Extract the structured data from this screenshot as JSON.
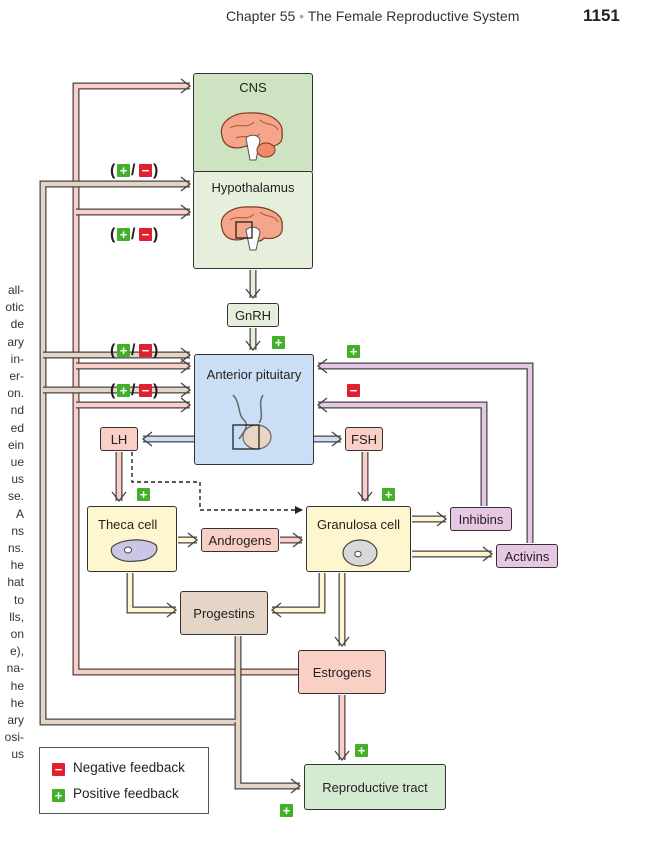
{
  "header": {
    "chapter": "Chapter 55",
    "separator": "•",
    "title": "The Female Reproductive System",
    "page_number": "1151"
  },
  "margin_text": [
    "all-",
    "otic",
    "de",
    "ary",
    "in-",
    "er-",
    "on.",
    "nd",
    "ed",
    "ein",
    "ue",
    "us",
    "se.",
    "A",
    "ns",
    "ns.",
    "he",
    "hat",
    "to",
    "lls,",
    "on",
    "e),",
    "na-",
    "he",
    "he",
    "ary",
    "osi-",
    "us"
  ],
  "nodes": {
    "cns": "CNS",
    "hypothalamus": "Hypothalamus",
    "gnrh": "GnRH",
    "anterior_pituitary": "Anterior pituitary",
    "lh": "LH",
    "fsh": "FSH",
    "theca_cell": "Theca cell",
    "androgens": "Androgens",
    "granulosa_cell": "Granulosa cell",
    "inhibins": "Inhibins",
    "activins": "Activins",
    "progestins": "Progestins",
    "estrogens": "Estrogens",
    "reproductive_tract": "Reproductive tract"
  },
  "feedback_symbols": {
    "plus": "+",
    "minus": "−",
    "open": "(",
    "slash": "/",
    "close": ")"
  },
  "legend": {
    "negative_label": "Negative feedback",
    "positive_label": "Positive feedback"
  },
  "colors": {
    "cns_fill": "#cde3c1",
    "hypothalamus_fill": "#e5efdb",
    "gnrh_fill": "#e5efdb",
    "pituitary_fill": "#cadff5",
    "lh_fsh_fill": "#f9cfc6",
    "estrogens_fill": "#f9cfc6",
    "theca_granulosa_fill": "#fdf6cf",
    "progestins_fill": "#e4d5c7",
    "inhibins_activins_fill": "#e6c8e4",
    "reproductive_tract_fill": "#d4ead1",
    "positive": "#43b02a",
    "negative": "#e0202f"
  }
}
